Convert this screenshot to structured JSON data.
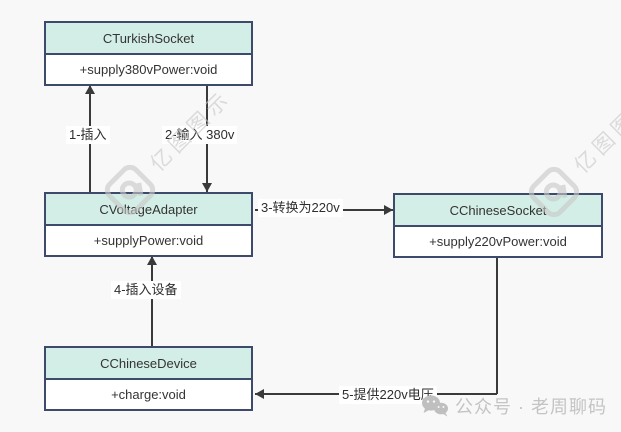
{
  "diagram": {
    "type": "uml-class-diagram",
    "classes": [
      {
        "name": "CTurkishSocket",
        "member": "+supply380vPower:void"
      },
      {
        "name": "CVoltageAdapter",
        "member": "+supplyPower:void"
      },
      {
        "name": "CChineseSocket",
        "member": "+supply220vPower:void"
      },
      {
        "name": "CChineseDevice",
        "member": "+charge:void"
      }
    ],
    "edges": [
      {
        "label": "1-插入",
        "from": "CVoltageAdapter",
        "to": "CTurkishSocket",
        "direction": "up"
      },
      {
        "label": "2-输入 380v",
        "from": "CTurkishSocket",
        "to": "CVoltageAdapter",
        "direction": "down"
      },
      {
        "label": "3-转换为220v",
        "from": "CVoltageAdapter",
        "to": "CChineseSocket",
        "direction": "right"
      },
      {
        "label": "4-插入设备",
        "from": "CChineseDevice",
        "to": "CVoltageAdapter",
        "direction": "up"
      },
      {
        "label": "5-提供220v电压",
        "from": "CChineseSocket",
        "to": "CChineseDevice",
        "direction": "left"
      }
    ],
    "colors": {
      "header_fill": "#d3eee6",
      "body_fill": "#ffffff",
      "box_border": "#3d4a6b",
      "edge_line": "#3a3a3a",
      "background": "#f8f8f8",
      "watermark": "#c9c9c9"
    }
  },
  "watermarks": {
    "brand": "亿图图示",
    "footer": "公众号 · 老周聊码",
    "icons": {
      "brand_logo": "edraw-spiral-logo",
      "footer_icon": "wechat"
    }
  }
}
